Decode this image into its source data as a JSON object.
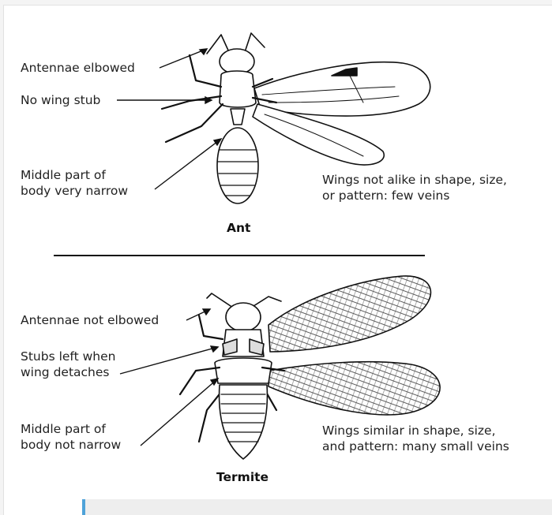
{
  "ant": {
    "labels": [
      "Antennae elbowed",
      "No wing stub",
      "Middle part of\nbody very narrow",
      "Wings not alike in shape, size,\nor pattern: few veins"
    ],
    "caption": "Ant"
  },
  "termite": {
    "labels": [
      "Antennae not elbowed",
      "Stubs left when\nwing detaches",
      "Middle part of\nbody not narrow",
      "Wings similar in shape, size,\nand pattern: many small veins"
    ],
    "caption": "Termite"
  },
  "colors": {
    "ink": "#111111",
    "accent_bar": "#4fa3d9"
  }
}
